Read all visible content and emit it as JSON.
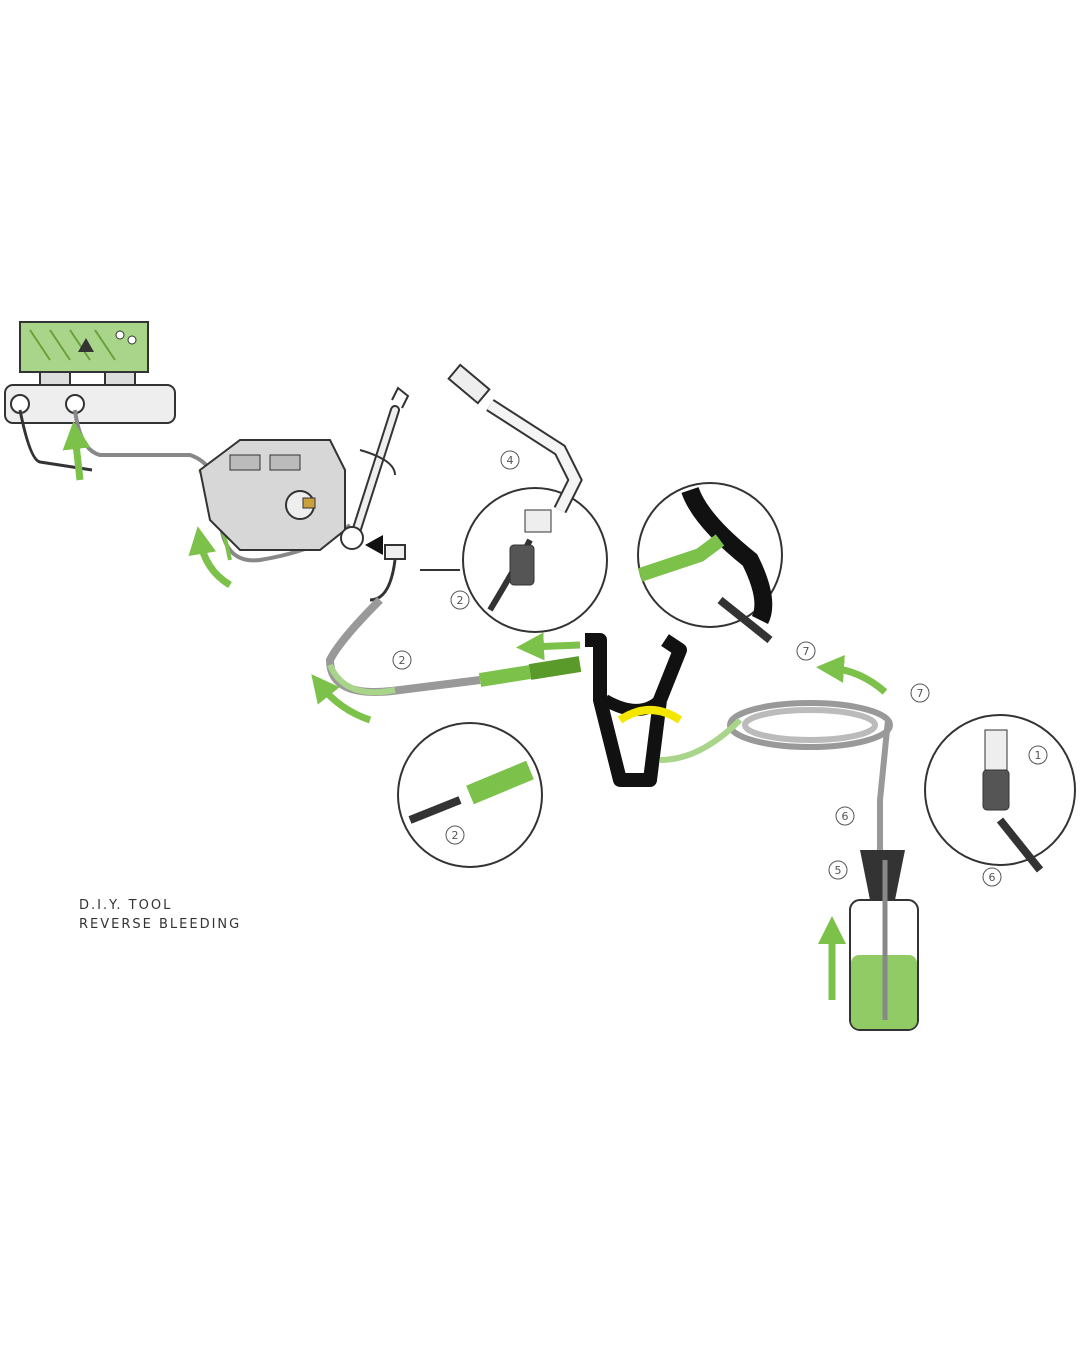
{
  "caption": {
    "line1": "D.I.Y. TOOL",
    "line2": "REVERSE BLEEDING"
  },
  "callouts": [
    "4",
    "2",
    "7",
    "2",
    "7",
    "2",
    "1",
    "6",
    "5",
    "6"
  ],
  "colors": {
    "fluid_green": "#7cc24a",
    "light_green": "#a8d58a",
    "outline": "#333333",
    "yellow_arrow": "#f3e600",
    "gun_black": "#111111"
  },
  "icons": [
    "master-cylinder",
    "brake-caliper",
    "wrench",
    "bleeder-screw",
    "bleeder-gun",
    "hose-coil",
    "fluid-bottle",
    "flow-arrow"
  ]
}
